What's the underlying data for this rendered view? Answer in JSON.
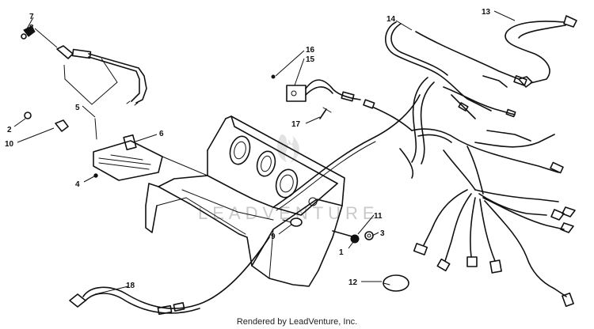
{
  "footer": {
    "credit": "Rendered by LeadVenture, Inc."
  },
  "watermark": {
    "text": "LEADVENTURE",
    "color": "#c9c9c9"
  },
  "callouts": {
    "c1": "1",
    "c2": "2",
    "c3": "3",
    "c4": "4",
    "c5": "5",
    "c6": "6",
    "c7": "7",
    "c8": "8",
    "c9": "9",
    "c10": "10",
    "c11": "11",
    "c12": "12",
    "c13": "13",
    "c14": "14",
    "c15": "15",
    "c16": "16",
    "c17": "17",
    "c18": "18"
  }
}
